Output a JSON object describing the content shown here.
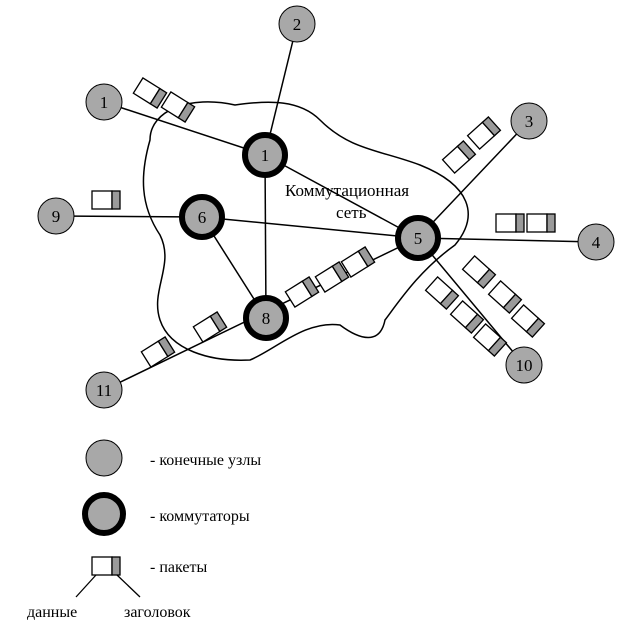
{
  "network_label": [
    "Коммутационная",
    "сеть"
  ],
  "switches": [
    {
      "id": "1",
      "label": "1"
    },
    {
      "id": "6",
      "label": "6"
    },
    {
      "id": "5",
      "label": "5"
    },
    {
      "id": "8",
      "label": "8"
    }
  ],
  "end_nodes": [
    {
      "id": "1",
      "label": "1"
    },
    {
      "id": "2",
      "label": "2"
    },
    {
      "id": "3",
      "label": "3"
    },
    {
      "id": "4",
      "label": "4"
    },
    {
      "id": "9",
      "label": "9"
    },
    {
      "id": "10",
      "label": "10"
    },
    {
      "id": "11",
      "label": "11"
    }
  ],
  "links": [
    [
      "end-1",
      "sw-1"
    ],
    [
      "end-2",
      "sw-1"
    ],
    [
      "sw-1",
      "sw-5"
    ],
    [
      "sw-1",
      "sw-8"
    ],
    [
      "end-9",
      "sw-6"
    ],
    [
      "sw-6",
      "sw-5"
    ],
    [
      "sw-6",
      "sw-8"
    ],
    [
      "end-3",
      "sw-5"
    ],
    [
      "end-4",
      "sw-5"
    ],
    [
      "end-10",
      "sw-5"
    ],
    [
      "end-11",
      "sw-5"
    ]
  ],
  "legend": {
    "end_node": "- конечные узлы",
    "switch": "- коммутаторы",
    "packet": "- пакеты",
    "data": "данные",
    "header": "заголовок"
  },
  "colors": {
    "node_fill": "#a8a8a8",
    "header_fill": "#9a9a9a",
    "line": "#000000"
  }
}
